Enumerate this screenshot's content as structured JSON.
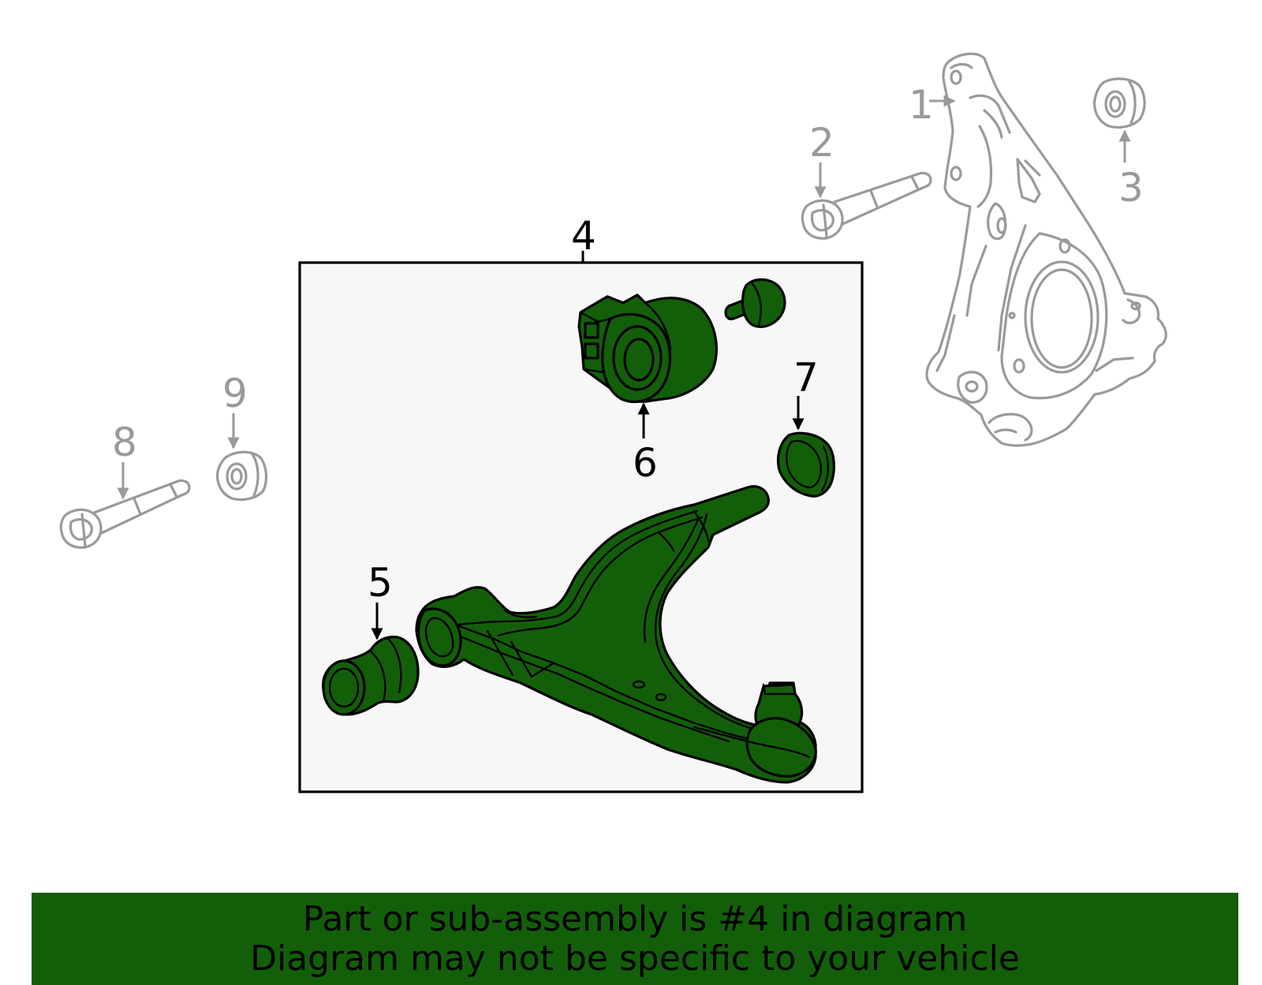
{
  "diagram": {
    "callouts": {
      "c1": "1",
      "c2": "2",
      "c3": "3",
      "c4": "4",
      "c5": "5",
      "c6": "6",
      "c7": "7",
      "c8": "8",
      "c9": "9"
    },
    "colors": {
      "highlight_part": "#135f09",
      "ghost_part": "#9a9a9a",
      "box_background": "#f7f7f7"
    }
  },
  "banner": {
    "line1": "Part or sub-assembly is #4 in diagram",
    "line2": "Diagram may not be specific to your vehicle"
  }
}
